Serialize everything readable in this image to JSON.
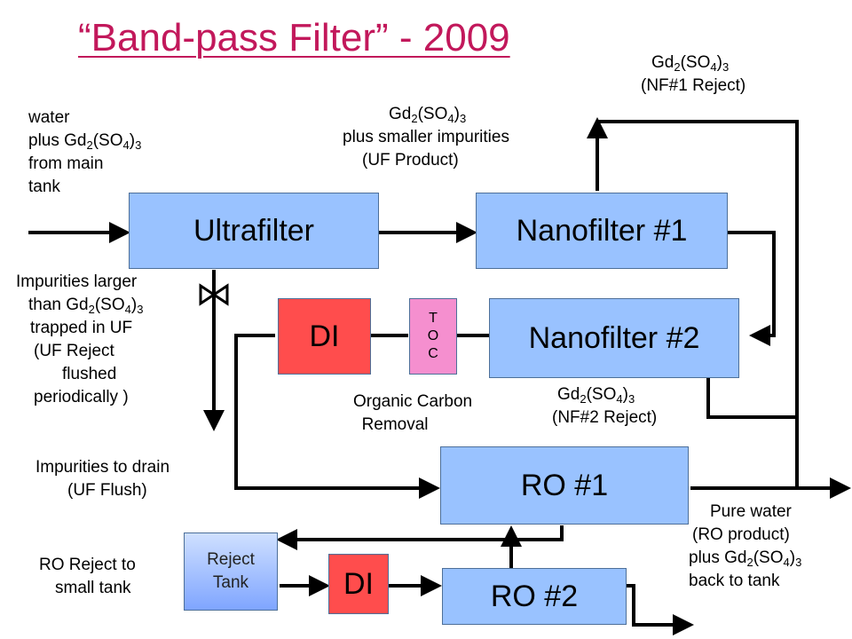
{
  "title": "“Band-pass Filter”  - 2009",
  "boxes": {
    "ultrafilter": "Ultrafilter",
    "nanofilter1": "Nanofilter #1",
    "nanofilter2": "Nanofilter #2",
    "di_top": "DI",
    "toc": [
      "T",
      "O",
      "C"
    ],
    "ro1": "RO #1",
    "ro2": "RO #2",
    "di_bottom": "DI",
    "reject_tank": [
      "Reject",
      "Tank"
    ]
  },
  "notes": {
    "input": {
      "l1": "water",
      "l2a": "plus Gd",
      "s1": "2",
      "l2b": "(SO",
      "s2": "4",
      "l2c": ")",
      "s3": "3",
      "l3": "from main",
      "l4": "tank"
    },
    "uf_product": {
      "a": "Gd",
      "s1": "2",
      "b": "(SO",
      "s2": "4",
      "c": ")",
      "s3": "3",
      "l2": "plus smaller impurities",
      "l3": "(UF Product)"
    },
    "nf1_reject": {
      "a": "Gd",
      "s1": "2",
      "b": "(SO",
      "s2": "4",
      "c": ")",
      "s3": "3",
      "l2": "(NF#1 Reject)"
    },
    "uf_reject": {
      "l1": "Impurities larger",
      "l2a": "than Gd",
      "s1": "2",
      "l2b": "(SO",
      "s2": "4",
      "l2c": ")",
      "s3": "3",
      "l3": "trapped in UF",
      "l4": "(UF Reject",
      "l5": "flushed",
      "l6": "periodically )"
    },
    "toc_note": {
      "l1": "Organic Carbon",
      "l2": "Removal"
    },
    "nf2_reject": {
      "a": "Gd",
      "s1": "2",
      "b": "(SO",
      "s2": "4",
      "c": ")",
      "s3": "3",
      "l2": "(NF#2 Reject)"
    },
    "uf_flush": {
      "l1": "Impurities to drain",
      "l2": "(UF Flush)"
    },
    "pure_water": {
      "l1": "Pure water",
      "l2": "(RO product)",
      "l3a": "plus Gd",
      "s1": "2",
      "l3b": "(SO",
      "s2": "4",
      "l3c": ")",
      "s3": "3",
      "l4": "back to tank"
    },
    "ro_reject": {
      "l1": "RO Reject to",
      "l2": "small tank"
    }
  }
}
